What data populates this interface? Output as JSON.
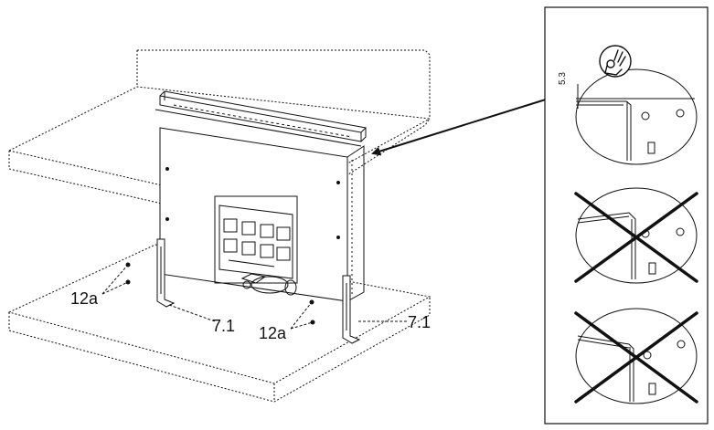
{
  "labels": {
    "screw_left": "12a",
    "screw_right": "12a",
    "bracket_left": "7.1",
    "bracket_right": "7.1",
    "gap_dimension": "5.3"
  },
  "icons": {
    "ok_hand": "ok-hand-icon",
    "incorrect": "cross-icon"
  },
  "colors": {
    "line": "#111111",
    "background": "#ffffff"
  }
}
